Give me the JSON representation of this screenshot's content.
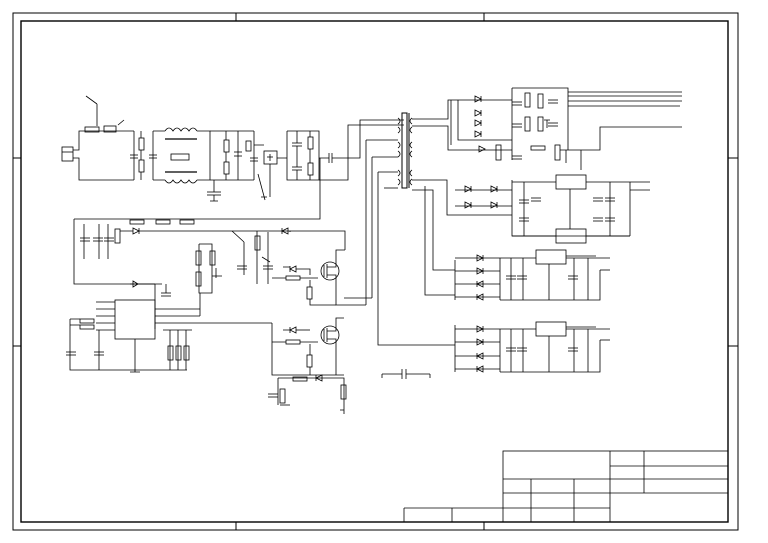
{
  "sheet": {
    "title_block": {
      "cells": [
        "",
        "",
        "",
        "",
        "",
        "",
        "",
        "",
        "",
        "",
        ""
      ]
    }
  },
  "schematic": {
    "components": [
      {
        "kind": "ac-input-connector"
      },
      {
        "kind": "fuse"
      },
      {
        "kind": "thermistor"
      },
      {
        "kind": "common-mode-choke"
      },
      {
        "kind": "bridge-rectifier"
      },
      {
        "kind": "bulk-capacitor"
      },
      {
        "kind": "pwm-controller-ic"
      },
      {
        "kind": "mosfet"
      },
      {
        "kind": "mosfet"
      },
      {
        "kind": "transformer"
      },
      {
        "kind": "output-rectifier-diodes"
      },
      {
        "kind": "voltage-regulator"
      },
      {
        "kind": "voltage-regulator"
      },
      {
        "kind": "voltage-regulator"
      },
      {
        "kind": "voltage-regulator"
      }
    ]
  }
}
